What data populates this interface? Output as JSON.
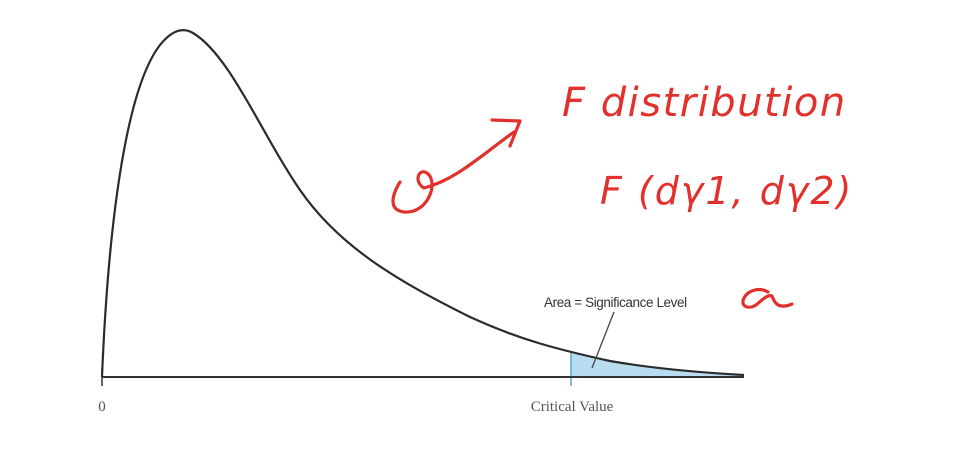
{
  "diagram": {
    "curve_color": "#2b2b2b",
    "axis_color": "#333333",
    "shade_color": "#b8dcf0",
    "shade_edge_color": "#5aa7d6",
    "annotation_color": "#e2312d",
    "axis_labels": {
      "origin": "0",
      "critical_value": "Critical Value"
    },
    "area_label": "Area = Significance Level"
  },
  "handwriting": {
    "title": "F distribution",
    "formula": "F (dγ1, dγ2)",
    "alpha_symbol": "α"
  }
}
